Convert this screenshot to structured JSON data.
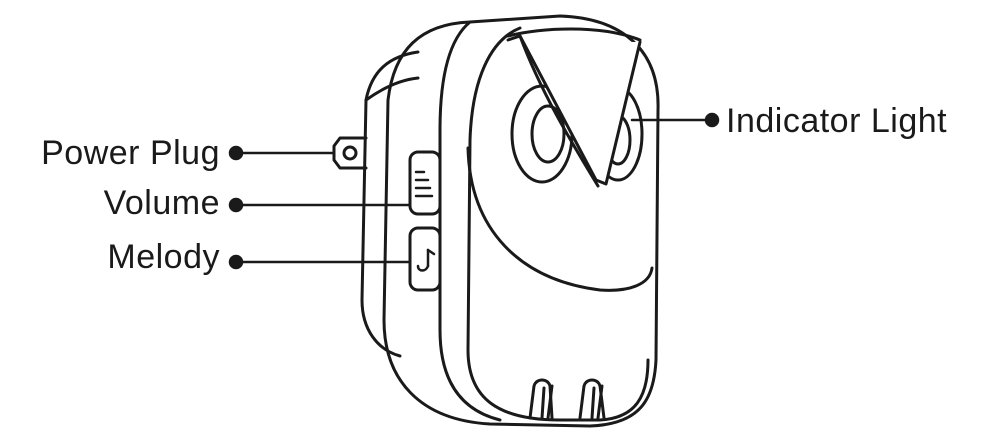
{
  "labels": {
    "power_plug": "Power Plug",
    "volume": "Volume",
    "melody": "Melody",
    "indicator_light": "Indicator Light"
  },
  "colors": {
    "stroke": "#1a1a1a",
    "background": "#ffffff"
  },
  "icons": {
    "volume_button": "volume-lines-icon",
    "melody_button": "music-note-icon"
  }
}
